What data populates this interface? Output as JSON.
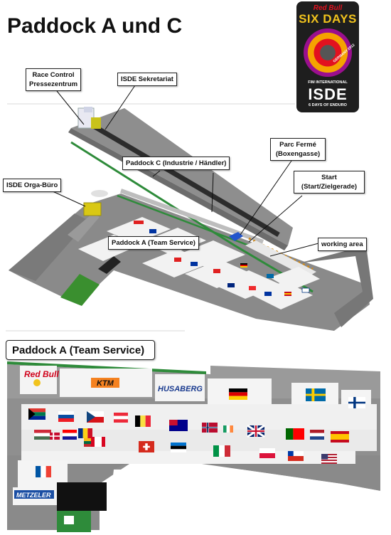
{
  "title": "Paddock A und C",
  "logo": {
    "brand": "Red Bull",
    "event": "SIX DAYS",
    "location_year": "GERMANY 2012",
    "fim": "FIM INTERNATIONAL",
    "name": "ISDE",
    "tagline": "6 DAYS OF ENDURO"
  },
  "callouts": {
    "race_control": "Race Control",
    "pressezentrum": "Pressezentrum",
    "sekretariat": "ISDE Sekretariat",
    "parc_ferme": "Parc Fermé",
    "boxengasse": "(Boxengasse)",
    "paddock_c": "Paddock C (Industrie / Händler)",
    "orga": "ISDE Orga-Büro",
    "start": "Start",
    "start_sub": "(Start/Zielgerade)",
    "working_area": "working area",
    "paddock_a": "Paddock A (Team Service)"
  },
  "section_title": "Paddock A (Team Service)",
  "sponsors": {
    "redbull": "Red Bull",
    "ktm": "KTM",
    "husaberg": "HUSABERG",
    "metzeler": "METZELER"
  },
  "flag_names": [
    "Germany",
    "Sweden",
    "Finland",
    "South Africa",
    "Slovakia",
    "Czech Republic",
    "Austria",
    "Belgium",
    "Australia",
    "Norway",
    "Ireland",
    "United Kingdom",
    "Portugal",
    "Netherlands",
    "Spain",
    "Canada",
    "Switzerland",
    "Estonia",
    "Italy",
    "Poland",
    "Chile",
    "United States",
    "France",
    "Hungary",
    "Croatia",
    "Lithuania",
    "Romania",
    "Denmark"
  ]
}
